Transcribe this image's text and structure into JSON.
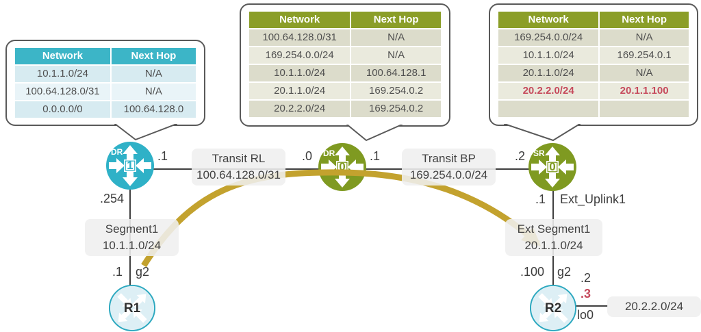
{
  "colors": {
    "accent-cyan": "#3cb5c7",
    "accent-olive": "#8b9e28",
    "node-cyan": "#2fb1c7",
    "node-olive": "#7f9a21",
    "row-cyan-dark": "#d7ebf1",
    "row-cyan-light": "#e9f4f8",
    "row-olive-dark": "#dcdccb",
    "row-olive-light": "#eaeadd",
    "highlight-red": "#c64a5c",
    "flow-arrow": "#c3a22e",
    "edge-gray": "#3f3f3f",
    "bubble-border": "#595959",
    "label-bg": "#efefef",
    "host-fill": "#ddeff5",
    "host-border": "#2ba8bf"
  },
  "tables": [
    {
      "name": "dr1-routing-table",
      "theme": "cyan",
      "headers": [
        "Network",
        "Next Hop"
      ],
      "rows": [
        [
          "10.1.1.0/24",
          "N/A"
        ],
        [
          "100.64.128.0/31",
          "N/A"
        ],
        [
          "0.0.0.0/0",
          "100.64.128.0"
        ]
      ],
      "highlight_row": -1
    },
    {
      "name": "dr0-routing-table",
      "theme": "olive",
      "headers": [
        "Network",
        "Next Hop"
      ],
      "rows": [
        [
          "100.64.128.0/31",
          "N/A"
        ],
        [
          "169.254.0.0/24",
          "N/A"
        ],
        [
          "10.1.1.0/24",
          "100.64.128.1"
        ],
        [
          "20.1.1.0/24",
          "169.254.0.2"
        ],
        [
          "20.2.2.0/24",
          "169.254.0.2"
        ]
      ],
      "highlight_row": -1
    },
    {
      "name": "sr0-routing-table",
      "theme": "olive",
      "headers": [
        "Network",
        "Next Hop"
      ],
      "rows": [
        [
          "169.254.0.0/24",
          "N/A"
        ],
        [
          "10.1.1.0/24",
          "169.254.0.1"
        ],
        [
          "20.1.1.0/24",
          "N/A"
        ],
        [
          "20.2.2.0/24",
          "20.1.1.100"
        ],
        [
          "",
          ""
        ]
      ],
      "highlight_row": 3
    }
  ],
  "nodes": {
    "dr1": {
      "badge": "DR",
      "number": "1"
    },
    "dr0": {
      "badge": "DR",
      "number": "0"
    },
    "sr0": {
      "badge": "SR",
      "number": "0"
    },
    "r1": {
      "label": "R1"
    },
    "r2": {
      "label": "R2"
    }
  },
  "links": {
    "transit_rl": {
      "name": "Transit RL",
      "subnet": "100.64.128.0/31"
    },
    "transit_bp": {
      "name": "Transit BP",
      "subnet": "169.254.0.0/24"
    },
    "segment1": {
      "name": "Segment1",
      "subnet": "10.1.1.0/24"
    },
    "ext_segment1": {
      "name": "Ext Segment1",
      "subnet": "20.1.1.0/24"
    },
    "r2_loopback": {
      "subnet": "20.2.2.0/24"
    }
  },
  "ports": {
    "dr1_transit": ".1",
    "dr1_segment": ".254",
    "dr0_left": ".0",
    "dr0_right": ".1",
    "sr0_left": ".2",
    "sr0_uplink": ".1",
    "sr0_uplink_name": "Ext_Uplink1",
    "r1_addr": ".1",
    "r1_if": "g2",
    "r2_addr": ".100",
    "r2_if": "g2",
    "r2_alt2": ".2",
    "r2_alt3": ".3",
    "r2_lo_if": "lo0"
  }
}
